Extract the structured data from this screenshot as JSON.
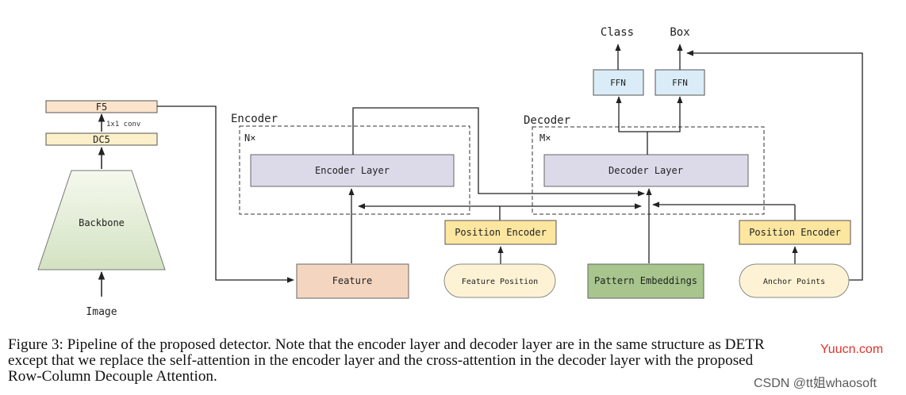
{
  "diagram": {
    "backbone": {
      "f5": "F5",
      "conv": "1x1 conv",
      "dc5": "DC5",
      "backbone": "Backbone",
      "image": "Image"
    },
    "encoder": {
      "title": "Encoder",
      "repeat": "N×",
      "layer": "Encoder Layer"
    },
    "decoder": {
      "title": "Decoder",
      "repeat": "M×",
      "layer": "Decoder Layer"
    },
    "heads": {
      "ffn_class": "FFN",
      "ffn_box": "FFN",
      "class": "Class",
      "box": "Box"
    },
    "inputs": {
      "feature": "Feature",
      "position_encoder_1": "Position Encoder",
      "feature_position": "Feature Position",
      "pattern_embeddings": "Pattern Embeddings",
      "position_encoder_2": "Position Encoder",
      "anchor_points": "Anchor Points"
    },
    "colors": {
      "cream": "#fbf0c9",
      "orange_fill": "#fbe3cc",
      "lavender": "#dcd9e9",
      "feature": "#f4d6c0",
      "position_encoder": "#fde6a0",
      "input_pill": "#fdf3d4",
      "pattern": "#a7c58c",
      "ffn": "#d9ecf7",
      "backbone_top": "#f4f8ec",
      "backbone_bottom": "#d5e3c5"
    }
  },
  "caption": {
    "line1": "Figure 3: Pipeline of the proposed detector. Note that the encoder layer and decoder layer are in the same structure as DETR",
    "line2": "except that we replace the self-attention in the encoder layer and the cross-attention in the decoder layer with the proposed",
    "line3": "Row-Column Decouple Attention."
  },
  "watermark": {
    "site": "Yuucn.com",
    "credit": "CSDN @tt姐whaosoft"
  }
}
